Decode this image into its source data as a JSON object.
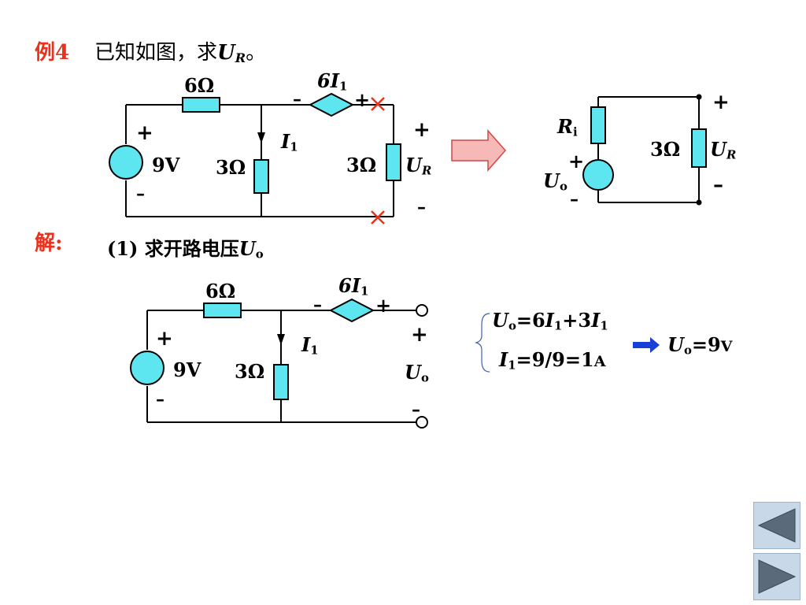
{
  "header": {
    "example_label": "例4",
    "problem_text": "已知如图，求",
    "problem_var": "U",
    "problem_var_sub": "R",
    "problem_end": "。"
  },
  "solution": {
    "label": "解:",
    "step1_text": "(1) 求开路电压",
    "step1_var": "U",
    "step1_var_sub": "o"
  },
  "circuit1": {
    "r_series": "6Ω",
    "dep_source": "6I",
    "dep_source_sub": "1",
    "dep_minus": "–",
    "dep_plus": "+",
    "current": "I",
    "current_sub": "1",
    "source_plus": "+",
    "source_value": "9V",
    "source_minus": "–",
    "r_mid": "3Ω",
    "r_load": "3Ω",
    "out_plus": "+",
    "out_var": "U",
    "out_var_sub": "R",
    "out_minus": "–"
  },
  "equivalent": {
    "ri_var": "R",
    "ri_sub": "i",
    "uo_plus": "+",
    "uo_var": "U",
    "uo_sub": "o",
    "uo_minus": "–",
    "r_load": "3Ω",
    "out_plus": "+",
    "out_var": "U",
    "out_var_sub": "R",
    "out_minus": "–"
  },
  "circuit2": {
    "r_series": "6Ω",
    "dep_source": "6I",
    "dep_source_sub": "1",
    "dep_minus": "–",
    "dep_plus": "+",
    "current": "I",
    "current_sub": "1",
    "source_plus": "+",
    "source_value": "9V",
    "source_minus": "–",
    "r_mid": "3Ω",
    "out_plus": "+",
    "out_var": "U",
    "out_var_sub": "o",
    "out_minus": "–"
  },
  "equations": {
    "eq1_var": "U",
    "eq1_sub": "o",
    "eq1_mid": "=6",
    "eq1_var2": "I",
    "eq1_sub2": "1",
    "eq1_mid2": "+3",
    "eq1_var3": "I",
    "eq1_sub3": "1",
    "eq2_var": "I",
    "eq2_sub": "1",
    "eq2_rest": "=9/9=1",
    "eq2_unit": "A",
    "result_var": "U",
    "result_sub": "o",
    "result_value": "=9",
    "result_unit": "V"
  },
  "colors": {
    "component_fill": "#5ee6f0",
    "wire": "#000000",
    "accent_red": "#e8321e",
    "cross_mark": "#e8321e",
    "arrow_fill": "#f7b8b8",
    "arrow_stroke": "#d04848",
    "implies_arrow": "#1a3fd6",
    "nav_bg": "#c8d8e8",
    "nav_triangle": "#5a6a7a"
  },
  "navigation": {
    "prev_icon": "triangle-left-icon",
    "next_icon": "triangle-right-icon"
  }
}
